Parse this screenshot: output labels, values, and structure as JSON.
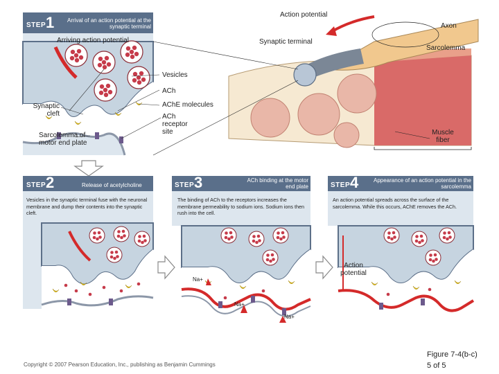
{
  "step1": {
    "word": "STEP",
    "num": "1",
    "title": "Arrival of an action potential at the synaptic terminal",
    "arriving": "Arriving action potential",
    "vesicles": "Vesicles",
    "ach": "ACh",
    "ache": "AChE molecules",
    "receptor": "ACh receptor site",
    "cleft": "Synaptic cleft",
    "sarcolemma_plate": "Sarcolemma of motor end plate"
  },
  "overview": {
    "action_potential": "Action potential",
    "axon": "Axon",
    "synaptic_terminal": "Synaptic terminal",
    "sarcolemma": "Sarcolemma",
    "muscle_fiber": "Muscle fiber"
  },
  "step2": {
    "word": "STEP",
    "num": "2",
    "title": "Release of acetylcholine",
    "desc": "Vesicles in the synaptic terminal fuse with the neuronal membrane and dump their contents into the synaptic cleft."
  },
  "step3": {
    "word": "STEP",
    "num": "3",
    "title": "ACh binding at the motor end plate",
    "desc": "The binding of ACh to the receptors increases the membrane permeability to sodium ions. Sodium ions then rush into the cell.",
    "na1": "Na+",
    "na2": "Na+",
    "na3": "Na+"
  },
  "step4": {
    "word": "STEP",
    "num": "4",
    "title": "Appearance of an action potential in the sarcolemma",
    "desc": "An action potential spreads across the surface of the sarcolemma. While this occurs, AChE removes the ACh.",
    "ap": "Action potential"
  },
  "footer": {
    "copyright": "Copyright © 2007 Pearson Education, Inc., publishing as Benjamin Cummings",
    "figure": "Figure 7-4(b-c)",
    "page": "5 of 5"
  },
  "colors": {
    "step_header": "#5a6f8a",
    "panel_bg": "#dde6ee",
    "terminal": "#c6d4e0",
    "cleft": "#ffffff",
    "muscle": "#f6e9d2",
    "vesicle": "#c63b4a",
    "action_potential": "#d42a2a"
  }
}
